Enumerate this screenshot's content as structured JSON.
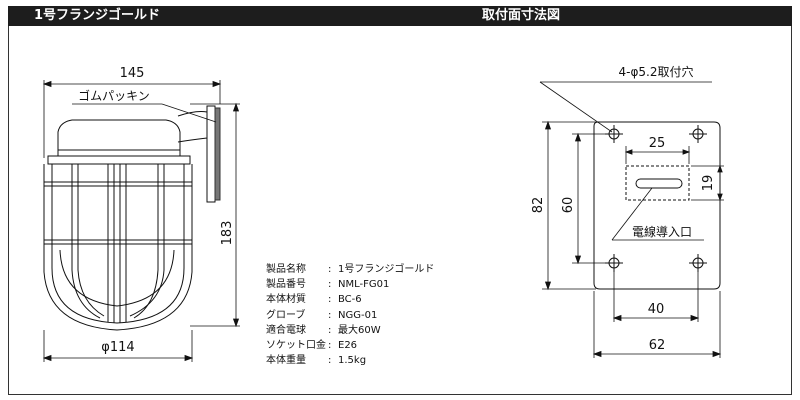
{
  "header": {
    "left_title": "1号フランジゴールド",
    "right_title": "取付面寸法図"
  },
  "side_view": {
    "width_label": "145",
    "gasket_label": "ゴムパッキン",
    "height_label": "183",
    "diameter_label": "φ114"
  },
  "mount_view": {
    "hole_label": "4-φ5.2取付穴",
    "slot_width_label": "25",
    "slot_height_label": "19",
    "inner_height_label": "60",
    "outer_height_label": "82",
    "cable_inlet_label": "電線導入口",
    "inner_width_label": "40",
    "outer_width_label": "62"
  },
  "specs": [
    {
      "label": "製品名称",
      "value": "1号フランジゴールド"
    },
    {
      "label": "製品番号",
      "value": "NML-FG01"
    },
    {
      "label": "本体材質",
      "value": "BC-6"
    },
    {
      "label": "グローブ",
      "value": "NGG-01"
    },
    {
      "label": "適合電球",
      "value": "最大60W"
    },
    {
      "label": "ソケット口金",
      "value": "E26"
    },
    {
      "label": "本体重量",
      "value": "1.5kg"
    }
  ]
}
